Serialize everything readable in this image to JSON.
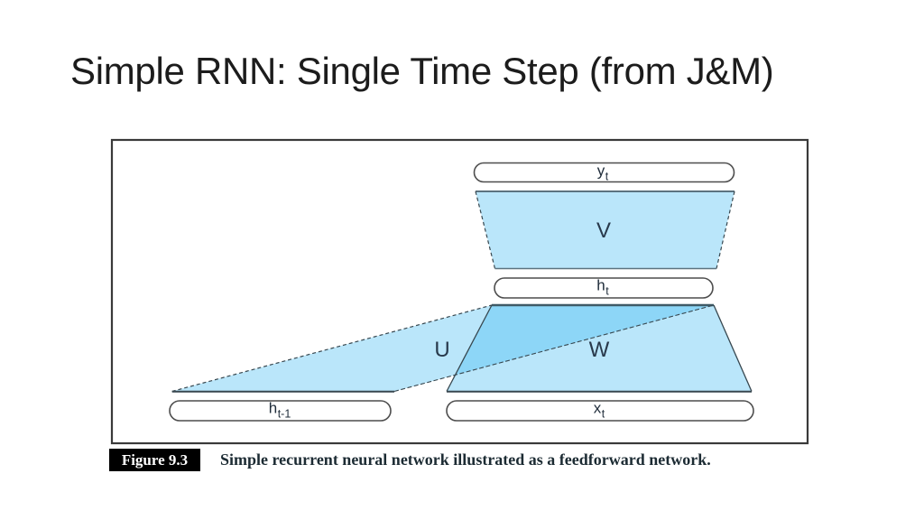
{
  "slide": {
    "title": "Simple RNN: Single Time Step (from J&M)"
  },
  "figure": {
    "caption_tag": "Figure 9.3",
    "caption_text": "Simple recurrent neural network illustrated as a feedforward network.",
    "nodes": {
      "yt": {
        "base": "y",
        "sub": "t"
      },
      "ht": {
        "base": "h",
        "sub": "t"
      },
      "ht_minus_1": {
        "base": "h",
        "sub": "t-1"
      },
      "xt": {
        "base": "x",
        "sub": "t"
      }
    },
    "weights": {
      "v": "V",
      "u": "U",
      "w": "W"
    },
    "colors": {
      "shape_fill": "rgba(58,182,240,0.35)",
      "shape_fill_hex": "#b7e4f8",
      "overlap_hex": "#8dd5f6",
      "edge": "#37474f"
    }
  }
}
